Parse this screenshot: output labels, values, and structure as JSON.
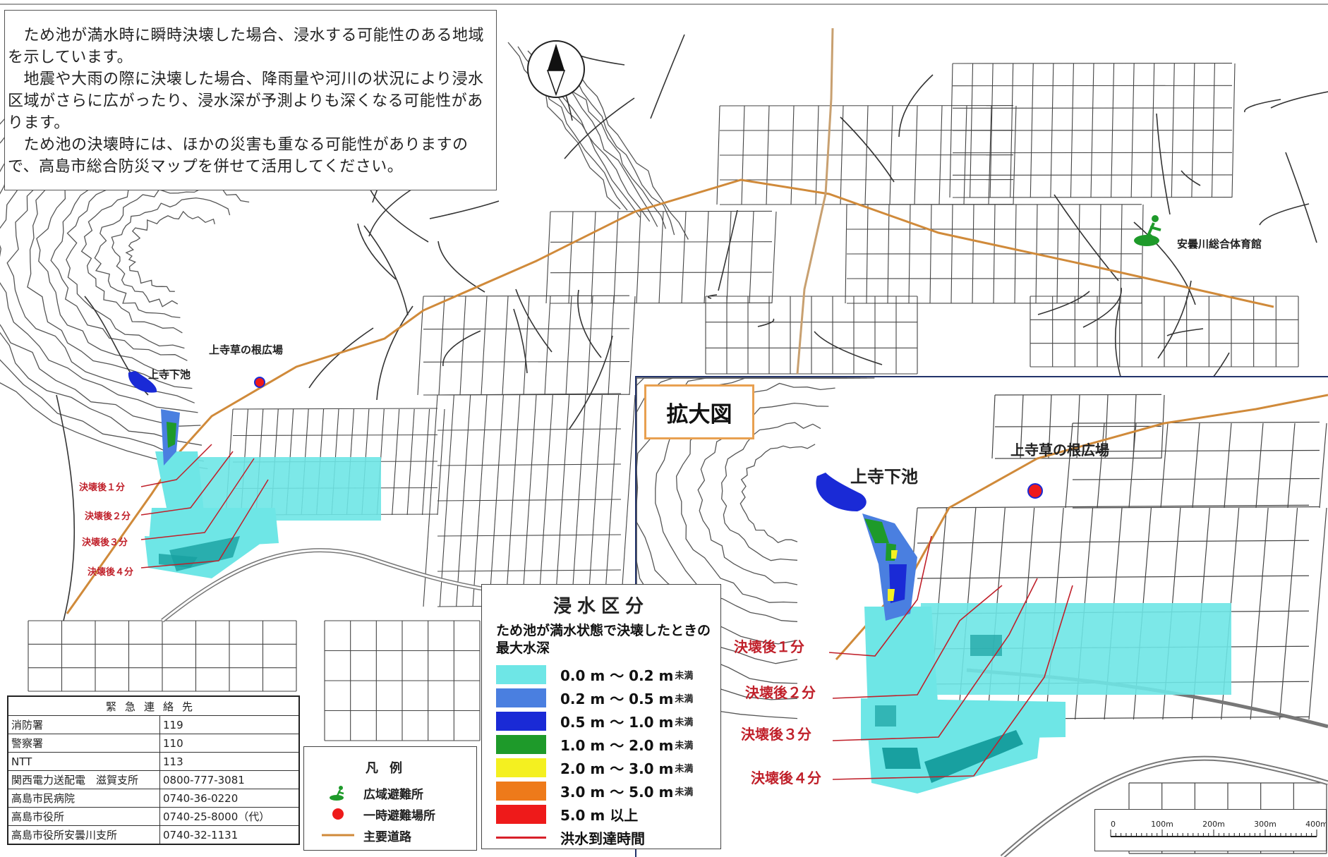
{
  "intro": {
    "paragraphs": [
      "　ため池が満水時に瞬時決壊した場合、浸水する可能性のある地域を示しています。",
      "　地震や大雨の際に決壊した場合、降雨量や河川の状況により浸水区域がさらに広がったり、浸水深が予測よりも深くなる可能性があります。",
      "　ため池の決壊時には、ほかの災害も重なる可能性がありますので、高島市総合防災マップを併せて活用してください。"
    ]
  },
  "compass": {
    "label": "N"
  },
  "map_labels": {
    "gym": "安曇川総合体育館",
    "plaza": "上寺草の根広場",
    "pond": "上寺下池"
  },
  "time_labels": [
    "決壊後１分",
    "決壊後２分",
    "決壊後３分",
    "決壊後４分"
  ],
  "enlarged": {
    "title": "拡大図",
    "plaza": "上寺草の根広場",
    "pond": "上寺下池",
    "time_labels": [
      "決壊後１分",
      "決壊後２分",
      "決壊後３分",
      "決壊後４分"
    ]
  },
  "depth_legend": {
    "title": "浸水区分",
    "subtitle": "ため池が満水状態で決壊したときの最大水深",
    "unit_suffix": "未満",
    "classes": [
      {
        "range": "0.0 m 〜 0.2 m",
        "color": "#6ee6e6",
        "suffix": true
      },
      {
        "range": "0.2 m 〜 0.5 m",
        "color": "#4a7fe0",
        "suffix": true
      },
      {
        "range": "0.5 m 〜 1.0 m",
        "color": "#1a2ad6",
        "suffix": true
      },
      {
        "range": "1.0 m 〜 2.0 m",
        "color": "#1e9a2a",
        "suffix": true
      },
      {
        "range": "2.0 m 〜 3.0 m",
        "color": "#f4f020",
        "suffix": true
      },
      {
        "range": "3.0 m 〜 5.0 m",
        "color": "#ee7a1a",
        "suffix": true
      },
      {
        "range": "5.0 m 以上",
        "color": "#ee1a1a",
        "suffix": false
      }
    ],
    "flood_time": "洪水到達時間"
  },
  "legend": {
    "title": "凡例",
    "wide_shelter": "広域避難所",
    "temp_shelter": "一時避難場所",
    "main_road": "主要道路"
  },
  "contacts": {
    "title": "緊急連絡先",
    "rows": [
      {
        "name": "消防署",
        "tel": "119"
      },
      {
        "name": "警察署",
        "tel": "110"
      },
      {
        "name": "NTT",
        "tel": "113"
      },
      {
        "name": "関西電力送配電　滋賀支所",
        "tel": "0800-777-3081"
      },
      {
        "name": "高島市民病院",
        "tel": "0740-36-0220"
      },
      {
        "name": "高島市役所",
        "tel": "0740-25-8000（代）"
      },
      {
        "name": "高島市役所安曇川支所",
        "tel": "0740-32-1131"
      }
    ]
  },
  "scale_bar": {
    "ticks": [
      "0",
      "100m",
      "200m",
      "300m",
      "400m"
    ]
  }
}
